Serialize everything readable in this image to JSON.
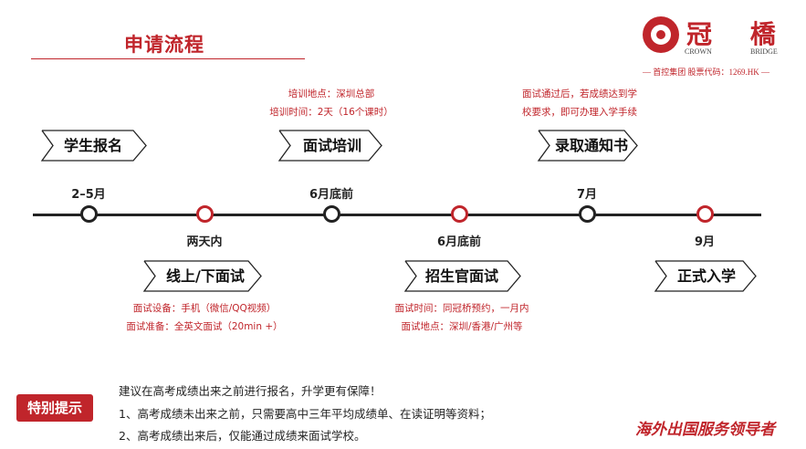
{
  "title": "申请流程",
  "logo": {
    "name_cn": "冠 橋",
    "name_en_left": "CROWN",
    "name_en_right": "BRIDGE",
    "subtitle": "— 首控集团 股票代码：1269.HK —"
  },
  "colors": {
    "accent": "#c0252b",
    "dark": "#222222"
  },
  "timeline": {
    "nodes": [
      {
        "date": "2–5月",
        "step": "学生报名",
        "style": "black"
      },
      {
        "date": "两天内",
        "step": "线上/下面试",
        "style": "red"
      },
      {
        "date": "6月底前",
        "step": "面试培训",
        "style": "black"
      },
      {
        "date": "6月底前",
        "step": "招生官面试",
        "style": "red"
      },
      {
        "date": "7月",
        "step": "录取通知书",
        "style": "black"
      },
      {
        "date": "9月",
        "step": "正式入学",
        "style": "red"
      }
    ]
  },
  "notes": {
    "training": [
      "培训地点：深圳总部",
      "培训时间：2天（16个课时）"
    ],
    "admission": [
      "面试通过后，若成绩达到学",
      "校要求，即可办理入学手续"
    ],
    "online_interview": [
      "面试设备：手机（微信/QQ视频）",
      "面试准备：全英文面试（20min +）"
    ],
    "officer_interview": [
      "面试时间：同冠桥预约，一月内",
      "面试地点：深圳/香港/广州等"
    ]
  },
  "tips": {
    "badge": "特别提示",
    "lines": [
      "建议在高考成绩出来之前进行报名，升学更有保障！",
      "1、高考成绩未出来之前，只需要高中三年平均成绩单、在读证明等资料；",
      "2、高考成绩出来后，仅能通过成绩来面试学校。"
    ]
  },
  "slogan": "海外出国服务领导者"
}
